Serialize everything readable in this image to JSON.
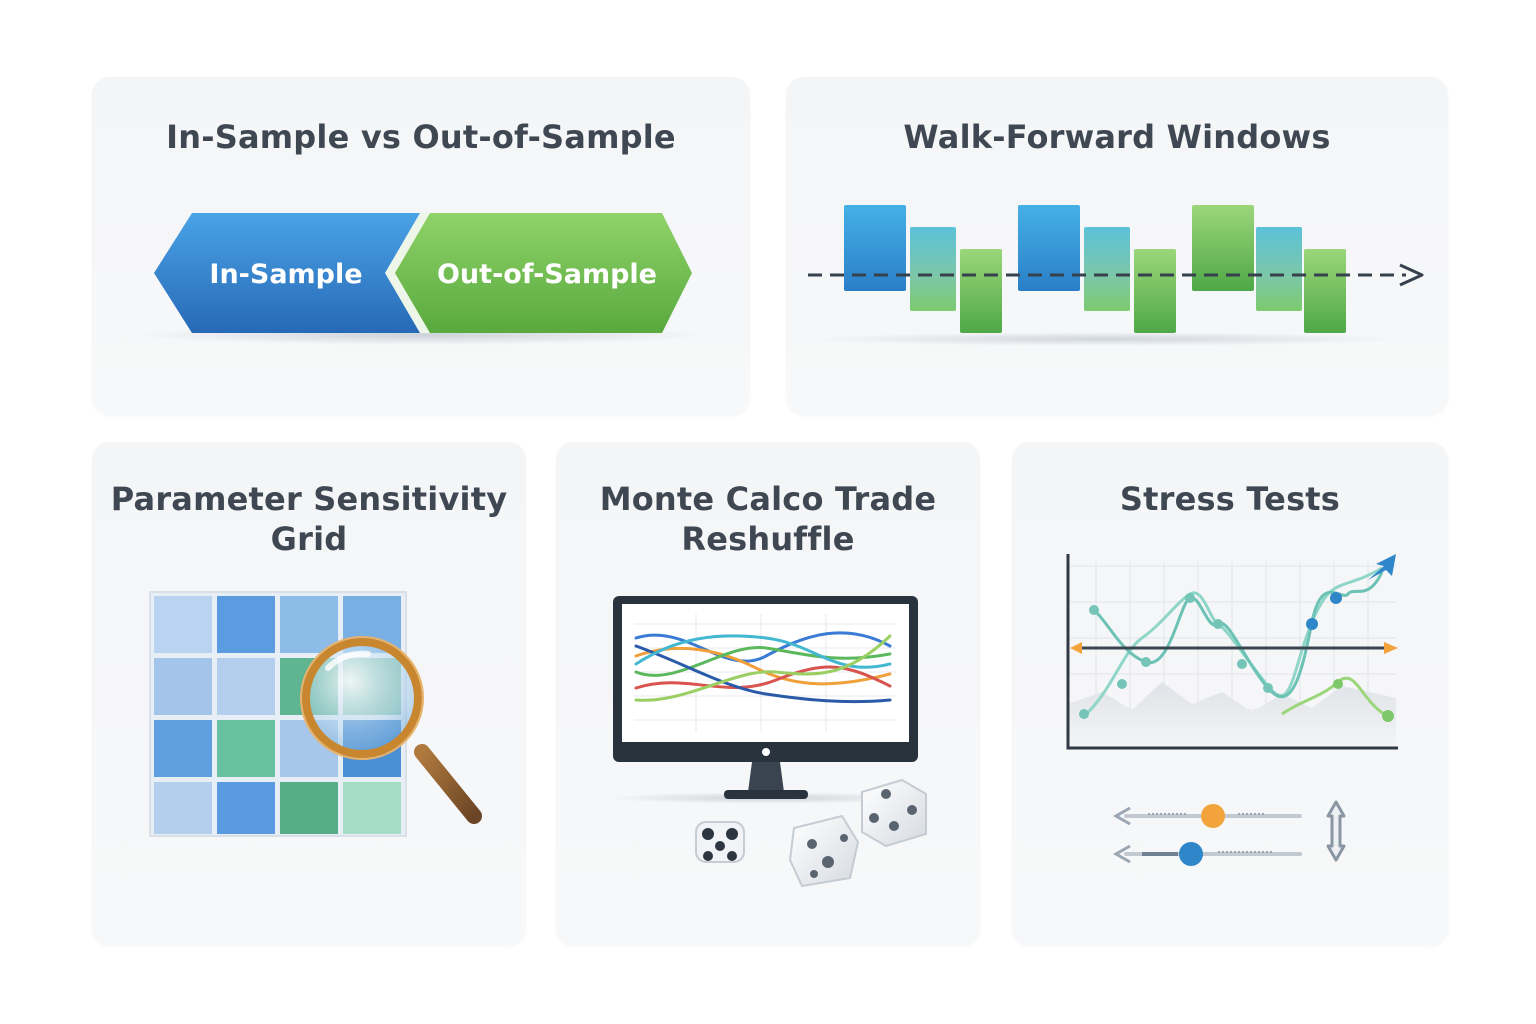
{
  "panels": {
    "in_out": {
      "title": "In-Sample vs Out-of-Sample",
      "in_label": "In-Sample",
      "out_label": "Out-of-Sample"
    },
    "walk_forward": {
      "title": "Walk-Forward Windows"
    },
    "sensitivity": {
      "title_line1": "Parameter Sensitivity",
      "title_line2": "Grid"
    },
    "monte_carlo": {
      "title_line1": "Monte Calco Trade",
      "title_line2": "Reshuffle"
    },
    "stress": {
      "title": "Stress Tests"
    }
  },
  "colors": {
    "in_sample": "#2f7cc9",
    "out_sample": "#6cbf4e",
    "title_text": "#3f4852",
    "arrow": "#37414d",
    "magnifier_frame": "#c8862f",
    "slider_orange": "#f3a33b",
    "slider_blue": "#2f86c9"
  },
  "icons": {
    "magnifier": "magnifier-icon",
    "monitor": "monitor-icon",
    "dice": "dice-icon",
    "double_arrow": "vertical-double-arrow-icon"
  }
}
